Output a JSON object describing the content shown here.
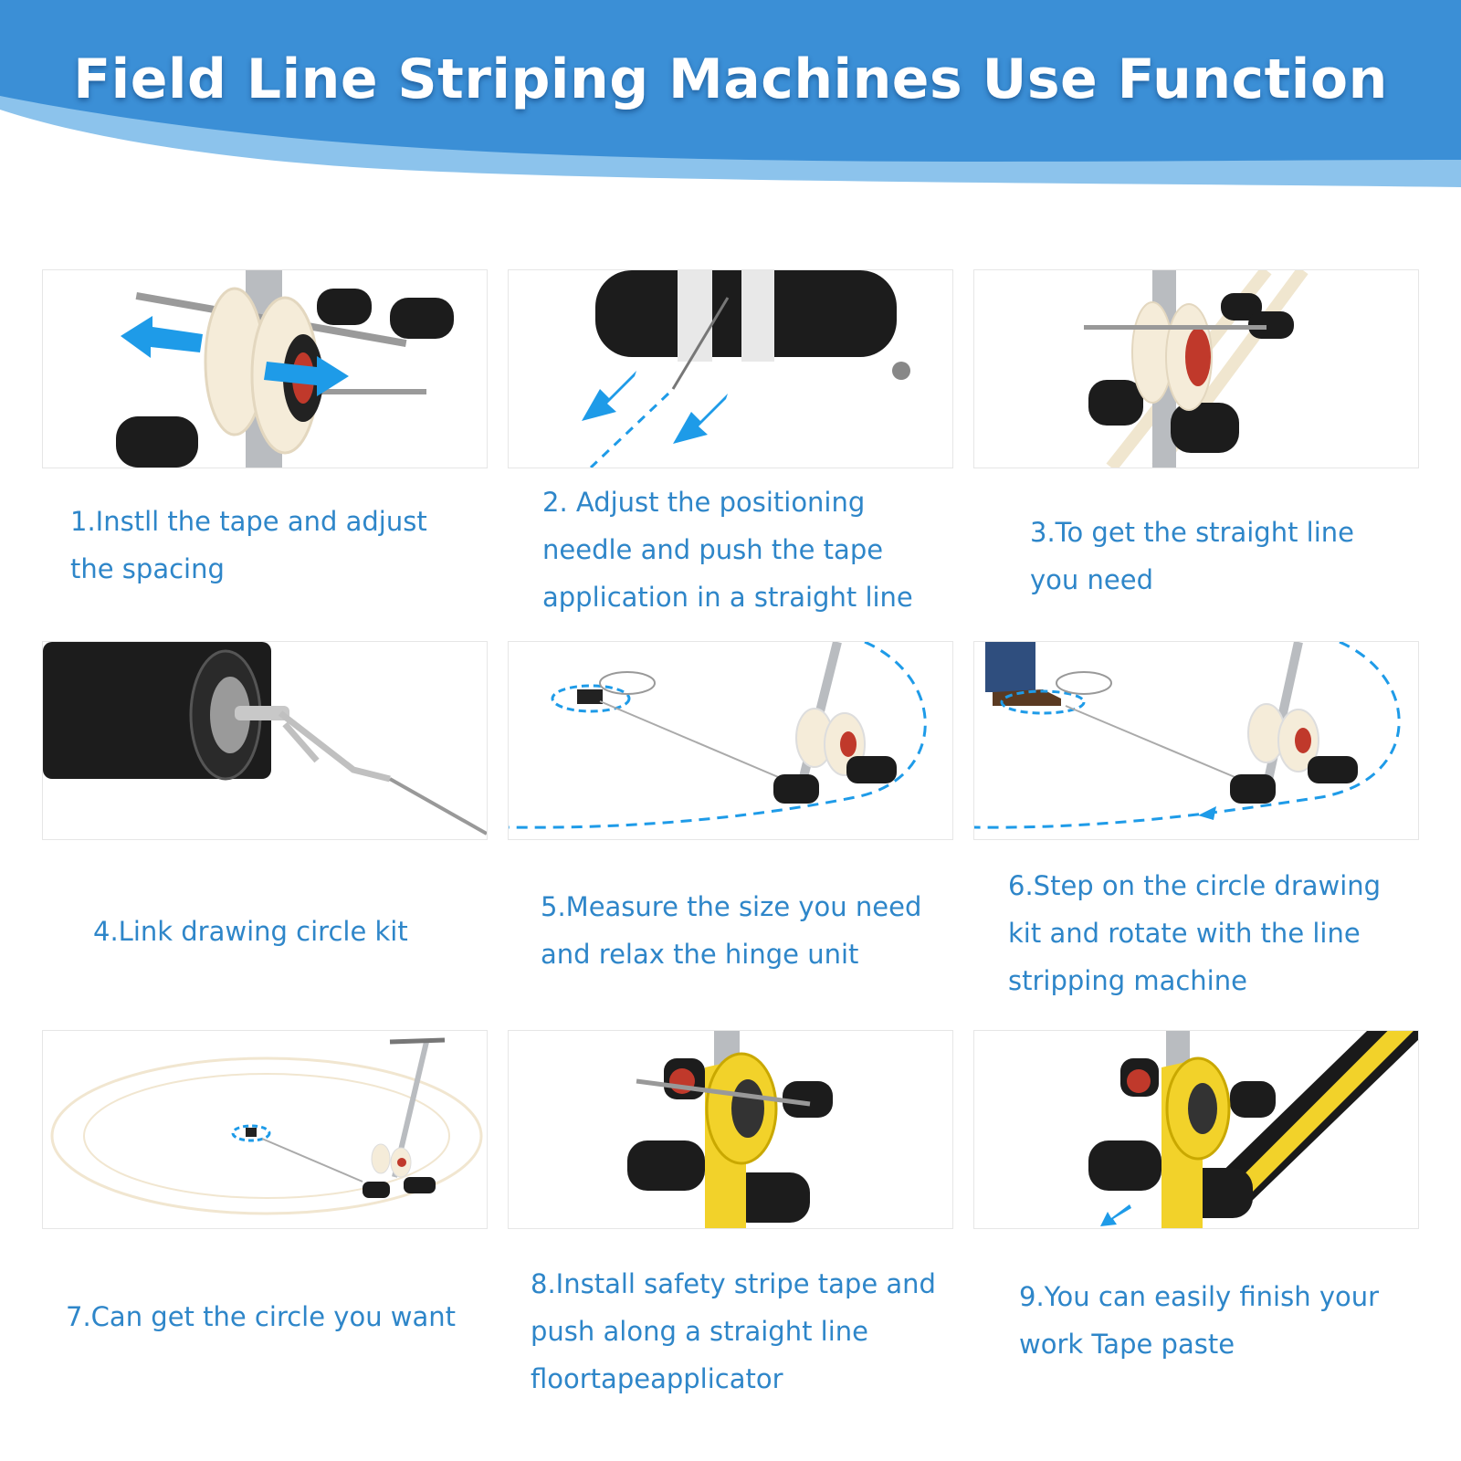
{
  "title": "Field Line Striping Machines Use Function",
  "colors": {
    "banner_top": "#3b8fd6",
    "banner_light": "#8cc3ec",
    "caption_text": "#2e86c9",
    "arrow_blue": "#1e9be8",
    "tape_yellow": "#f2d22a",
    "tape_white": "#f5ecd9"
  },
  "steps": [
    {
      "lines": [
        "1.Instll the tape and adjust",
        "the spacing"
      ],
      "icon": "tape-holder-arrows"
    },
    {
      "lines": [
        "2. Adjust the positioning",
        "needle and push the tape",
        "application in a straight line"
      ],
      "icon": "roller-needle"
    },
    {
      "lines": [
        "3.To get the straight line",
        "you need"
      ],
      "icon": "tape-holder-straight-line"
    },
    {
      "lines": [
        "4.Link drawing circle kit"
      ],
      "icon": "roller-cable"
    },
    {
      "lines": [
        "5.Measure the size you need",
        "and relax the hinge unit"
      ],
      "icon": "machine-circle-kit"
    },
    {
      "lines": [
        "6.Step on the circle drawing",
        "kit and rotate with the line",
        "stripping machine"
      ],
      "icon": "foot-on-kit"
    },
    {
      "lines": [
        "7.Can get the circle you want"
      ],
      "icon": "machine-circle-result"
    },
    {
      "lines": [
        "8.Install safety stripe tape and",
        "push along a straight line",
        "floortapeapplicator"
      ],
      "icon": "yellow-tape-holder"
    },
    {
      "lines": [
        "9.You can easily finish your",
        "work Tape paste"
      ],
      "icon": "yellow-tape-applied"
    }
  ]
}
